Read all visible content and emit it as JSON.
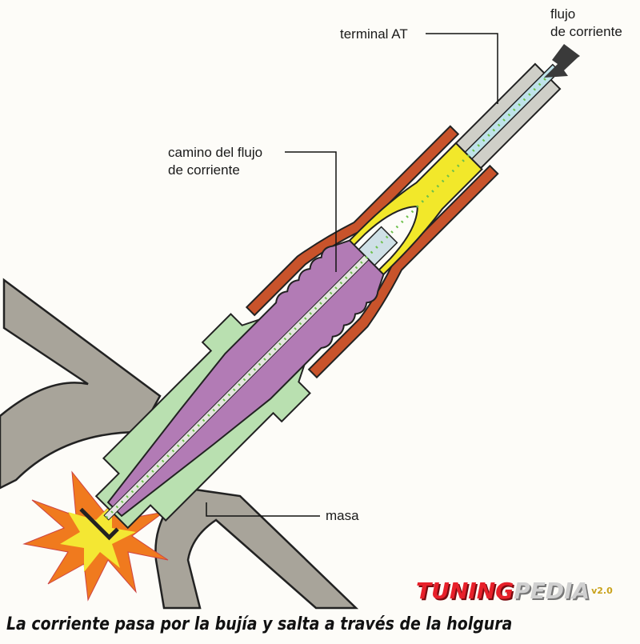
{
  "labels": {
    "terminal": "terminal AT",
    "flow_path_line1": "camino del flujo",
    "flow_path_line2": "de corriente",
    "ground": "masa",
    "current_flow_line1": "flujo",
    "current_flow_line2": "de corriente"
  },
  "caption": "La corriente pasa por la bujía y salta a través de la holgura",
  "logo": {
    "part1": "TUNING",
    "part2": "PEDIA",
    "version": "v2.0"
  },
  "colors": {
    "insulator": "#b27bb5",
    "boot": "#c8532b",
    "terminal": "#f2e82a",
    "shell": "#b9e0b0",
    "head": "#a8a49a",
    "spark": "#f07a1e",
    "path_dots": "#6cc04a"
  }
}
